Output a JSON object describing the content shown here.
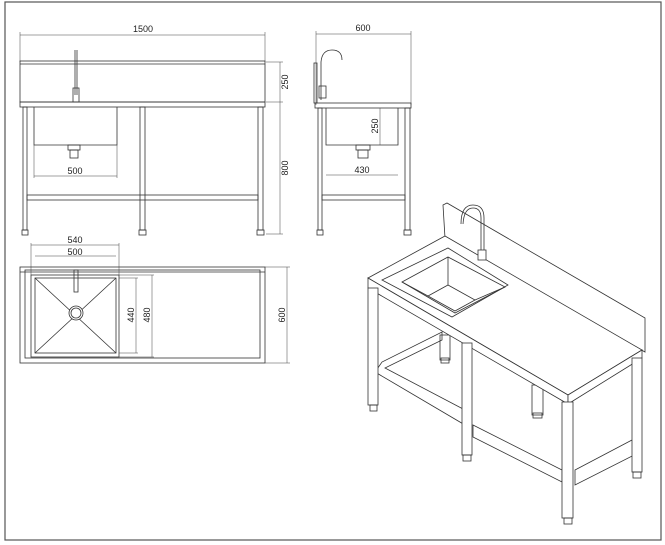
{
  "front_view": {
    "width_label": "1500",
    "backsplash_label": "250",
    "height_label": "800",
    "bowl_width_label": "500"
  },
  "side_view": {
    "depth_label": "600",
    "bowl_depth_label": "250",
    "bowl_width_label": "430"
  },
  "top_view": {
    "outer_width_label": "540",
    "inner_width_label": "500",
    "inner_length_label": "440",
    "outer_length_label": "480",
    "depth_label": "600"
  }
}
